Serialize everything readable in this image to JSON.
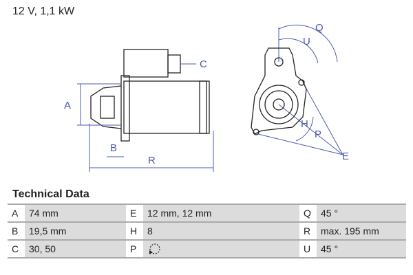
{
  "header": {
    "title": "12 V, 1,1 kW"
  },
  "drawing": {
    "labels": {
      "A": "A",
      "B": "B",
      "C": "C",
      "R": "R",
      "Q": "Q",
      "U": "U",
      "H": "H",
      "P": "P",
      "E": "E"
    }
  },
  "technical_data": {
    "title": "Technical Data",
    "rows": [
      [
        {
          "k": "A",
          "v": "74 mm"
        },
        {
          "k": "E",
          "v": "12 mm, 12 mm"
        },
        {
          "k": "Q",
          "v": "45 °"
        }
      ],
      [
        {
          "k": "B",
          "v": "19,5 mm"
        },
        {
          "k": "H",
          "v": "8"
        },
        {
          "k": "R",
          "v": "max. 195 mm"
        }
      ],
      [
        {
          "k": "C",
          "v": "30, 50"
        },
        {
          "k": "P",
          "v": "rotation-counterclockwise-icon"
        },
        {
          "k": "U",
          "v": "45 °"
        }
      ]
    ]
  }
}
